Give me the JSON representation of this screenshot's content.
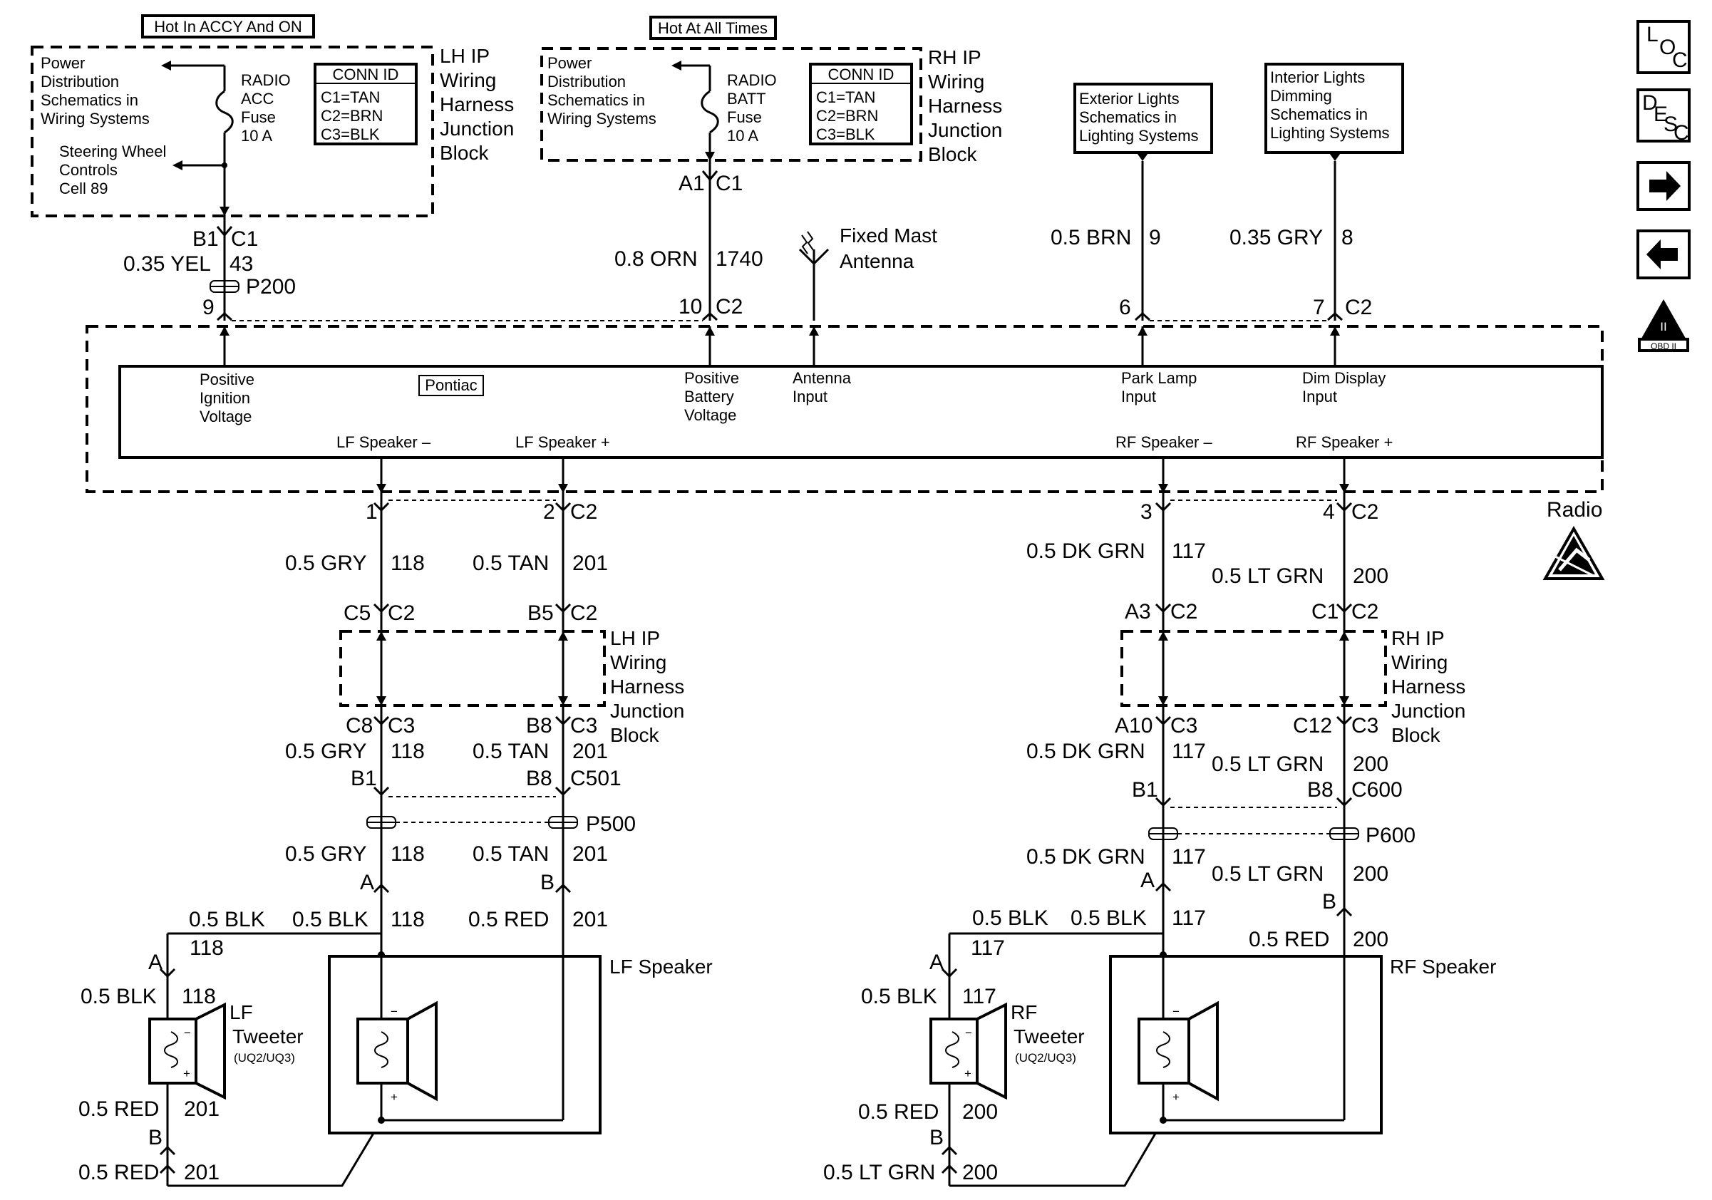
{
  "top": {
    "hot_accy": "Hot In ACCY And ON",
    "hot_all": "Hot At All Times",
    "lh_power": [
      "Power",
      "Distribution",
      "Schematics in",
      "Wiring Systems"
    ],
    "lh_steer": [
      "Steering Wheel",
      "Controls",
      "Cell 89"
    ],
    "lh_fuse": [
      "RADIO",
      "ACC",
      "Fuse",
      "10 A"
    ],
    "conn_title": "CONN ID",
    "conn_lines": [
      "C1=TAN",
      "C2=BRN",
      "C3=BLK"
    ],
    "lh_block": [
      "LH IP",
      "Wiring",
      "Harness",
      "Junction",
      "Block"
    ],
    "rh_power": [
      "Power",
      "Distribution",
      "Schematics in",
      "Wiring Systems"
    ],
    "rh_fuse": [
      "RADIO",
      "BATT",
      "Fuse",
      "10 A"
    ],
    "rh_block": [
      "RH IP",
      "Wiring",
      "Harness",
      "Junction",
      "Block"
    ],
    "ext_lights": [
      "Exterior Lights",
      "Schematics in",
      "Lighting Systems"
    ],
    "int_lights": [
      "Interior Lights",
      "Dimming",
      "Schematics in",
      "Lighting Systems"
    ]
  },
  "wires": {
    "b1c1": "B1",
    "c1a": "C1",
    "yel": "0.35 YEL",
    "w43": "43",
    "p200": "P200",
    "p9": "9",
    "a1": "A1",
    "c1b": "C1",
    "orn": "0.8 ORN",
    "w1740": "1740",
    "p10": "10",
    "c2a": "C2",
    "antenna": [
      "Fixed Mast",
      "Antenna"
    ],
    "brn": "0.5 BRN",
    "w9": "9",
    "p6": "6",
    "gry35": "0.35 GRY",
    "w8": "8",
    "p7": "7",
    "c2b": "C2"
  },
  "radio": {
    "name": "Radio",
    "brand": "Pontiac",
    "pos_ign": [
      "Positive",
      "Ignition",
      "Voltage"
    ],
    "pos_batt": [
      "Positive",
      "Battery",
      "Voltage"
    ],
    "ant_in": [
      "Antenna",
      "Input"
    ],
    "park": [
      "Park Lamp",
      "Input"
    ],
    "dim": [
      "Dim Display",
      "Input"
    ],
    "lf_minus": "LF Speaker –",
    "lf_plus": "LF Speaker +",
    "rf_minus": "RF Speaker –",
    "rf_plus": "RF Speaker +"
  },
  "left": {
    "p1": "1",
    "p2": "2",
    "c2": "C2",
    "gry": "0.5 GRY",
    "w118": "118",
    "tan": "0.5 TAN",
    "w201": "201",
    "c5": "C5",
    "b5": "B5",
    "block": [
      "LH IP",
      "Wiring",
      "Harness",
      "Junction",
      "Block"
    ],
    "c8": "C8",
    "b8": "B8",
    "c3": "C3",
    "b1": "B1",
    "c501": "C501",
    "p500": "P500",
    "a": "A",
    "b": "B",
    "blk": "0.5 BLK",
    "red": "0.5 RED",
    "spk": "LF Speaker",
    "tw": [
      "LF",
      "Tweeter",
      "(UQ2/UQ3)"
    ]
  },
  "right": {
    "p3": "3",
    "p4": "4",
    "c2": "C2",
    "dkgrn": "0.5 DK GRN",
    "w117": "117",
    "ltgrn": "0.5 LT GRN",
    "w200": "200",
    "a3": "A3",
    "c1": "C1",
    "block": [
      "RH IP",
      "Wiring",
      "Harness",
      "Junction",
      "Block"
    ],
    "a10": "A10",
    "c12": "C12",
    "c3": "C3",
    "b1": "B1",
    "b8": "B8",
    "c600": "C600",
    "p600": "P600",
    "a": "A",
    "b": "B",
    "blk": "0.5 BLK",
    "red": "0.5 RED",
    "spk": "RF Speaker",
    "tw": [
      "RF",
      "Tweeter",
      "(UQ2/UQ3)"
    ]
  },
  "nav": {
    "loc": [
      "L",
      "O",
      "C"
    ],
    "desc": [
      "D",
      "E",
      "S",
      "C"
    ],
    "obd": "OBD II",
    "obd_mark": "II"
  }
}
